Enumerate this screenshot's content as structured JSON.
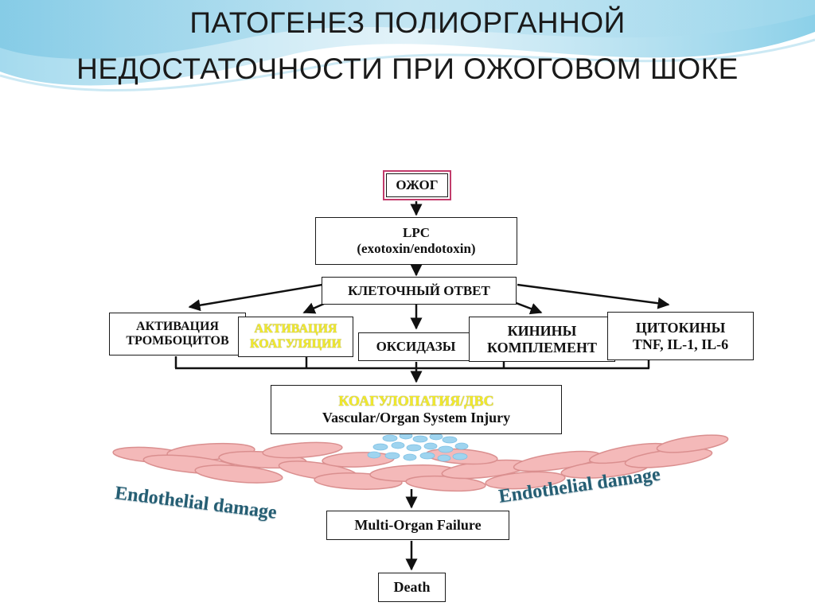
{
  "title": {
    "line1": "ПАТОГЕНЕЗ ПОЛИОРГАННОЙ",
    "line2": "НЕДОСТАТОЧНОСТИ ПРИ ОЖОГОВОМ ШОКЕ"
  },
  "nodes": {
    "burn": "ОЖОГ",
    "lpc_line1": "LPC",
    "lpc_line2": "(exotoxin/endotoxin)",
    "cell_response": "КЛЕТОЧНЫЙ ОТВЕТ",
    "platelet_line1": "АКТИВАЦИЯ",
    "platelet_line2": "ТРОМБОЦИТОВ",
    "coag_line1": "АКТИВАЦИЯ",
    "coag_line2": "КОАГУЛЯЦИИ",
    "oxidases": "ОКСИДАЗЫ",
    "kinins_line1": "КИНИНЫ",
    "kinins_line2": "КОМПЛЕМЕНТ",
    "cytokines_line1": "ЦИТОКИНЫ",
    "cytokines_line2": "TNF, IL-1, IL-6",
    "coagulopathy_line1": "КОАГУЛОПАТИЯ/ДВС",
    "coagulopathy_line2": "Vascular/Organ System Injury",
    "mof": "Multi-Organ Failure",
    "death": "Death"
  },
  "labels": {
    "endothelial_left": "Endothelial damage",
    "endothelial_right": "Endothelial damage"
  },
  "colors": {
    "highlight_text": "#f2ea2a",
    "burn_border": "#c23b6b",
    "endothelial_text": "#255e73",
    "cell_fill": "#f4b6b6",
    "cell_stroke": "#d98a8a",
    "platelet_fill": "#9fd4ef"
  }
}
